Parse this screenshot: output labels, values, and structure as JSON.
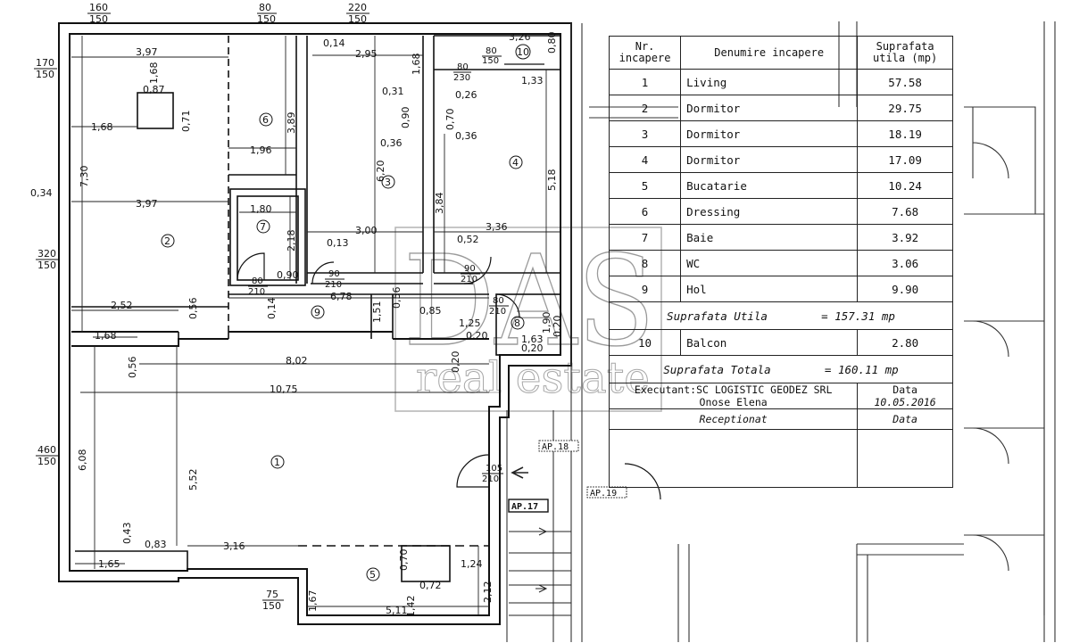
{
  "header_dims": {
    "top": [
      {
        "label": "160\n150",
        "n": "160",
        "d": "150"
      },
      {
        "label": "80\n150",
        "n": "80",
        "d": "150"
      },
      {
        "label": "220\n150",
        "n": "220",
        "d": "150"
      }
    ],
    "left": [
      {
        "n": "170",
        "d": "150"
      },
      {
        "n": "320",
        "d": "150"
      },
      {
        "n": "460",
        "d": "150"
      },
      {
        "n": "75",
        "d": "150"
      }
    ]
  },
  "dimensions": {
    "d397a": "3,97",
    "d168a": "1,68",
    "d087": "0,87",
    "d071": "0,71",
    "d168b": "1,68",
    "d730": "7,30",
    "d034": "0,34",
    "d397b": "3,97",
    "d252": "2,52",
    "d056a": "0,56",
    "d389": "3,89",
    "d196": "1,96",
    "d180": "1,80",
    "d218": "2,18",
    "d014a": "0,14",
    "d295": "2,95",
    "d168c": "1,68",
    "d031": "0,31",
    "d090": "0,90",
    "d036a": "0,36",
    "d620": "6,20",
    "d300": "3,00",
    "d013": "0,13",
    "d326": "3,26",
    "d080": "0,80",
    "d133": "1,33",
    "d026": "0,26",
    "d070": "0,70",
    "d036b": "0,36",
    "d518": "5,18",
    "d384": "3,84",
    "d336": "3,36",
    "d052": "0,52",
    "d678": "6,78",
    "d014b": "0,14",
    "d056b": "0,56",
    "d151": "1,51",
    "d085": "0,85",
    "d125": "1,25",
    "d020a": "0,20",
    "d020b": "0,20",
    "d163": "1,63",
    "d020c": "0,20",
    "d190": "1,90",
    "d020d": "0,20",
    "d168d": "1,68",
    "d056c": "0,56",
    "d802": "8,02",
    "d1075": "10,75",
    "d608": "6,08",
    "d552": "5,52",
    "d043": "0,43",
    "d083": "0,83",
    "d165": "1,65",
    "d316": "3,16",
    "d070b": "0,70",
    "d124": "1,24",
    "d072": "0,72",
    "d167": "1,67",
    "d142": "1,42",
    "d212": "2,12",
    "d511": "5,11",
    "d090b": "0,90"
  },
  "doors": [
    {
      "n": "80",
      "d": "230"
    },
    {
      "n": "80",
      "d": "150"
    },
    {
      "n": "80",
      "d": "210"
    },
    {
      "n": "90",
      "d": "210"
    },
    {
      "n": "90",
      "d": "210"
    },
    {
      "n": "80",
      "d": "210"
    },
    {
      "n": "105",
      "d": "210"
    }
  ],
  "room_numbers": [
    "1",
    "2",
    "3",
    "4",
    "5",
    "6",
    "7",
    "8",
    "9",
    "10"
  ],
  "apartment_tags": {
    "ap17": "AP.17",
    "ap18": "AP.18",
    "ap19": "AP.19"
  },
  "watermark": {
    "logo": "DAS",
    "tagline": "real estate"
  },
  "legend": {
    "headers": {
      "nr": "Nr.\nincapere",
      "nr1": "Nr.",
      "nr2": "incapere",
      "name": "Denumire incapere",
      "area1": "Suprafata",
      "area2": "utila (mp)"
    },
    "rows": [
      {
        "nr": "1",
        "name": "Living",
        "area": "57.58"
      },
      {
        "nr": "2",
        "name": "Dormitor",
        "area": "29.75"
      },
      {
        "nr": "3",
        "name": "Dormitor",
        "area": "18.19"
      },
      {
        "nr": "4",
        "name": "Dormitor",
        "area": "17.09"
      },
      {
        "nr": "5",
        "name": "Bucatarie",
        "area": "10.24"
      },
      {
        "nr": "6",
        "name": "Dressing",
        "area": "7.68"
      },
      {
        "nr": "7",
        "name": "Baie",
        "area": "3.92"
      },
      {
        "nr": "8",
        "name": "WC",
        "area": "3.06"
      },
      {
        "nr": "9",
        "name": "Hol",
        "area": "9.90"
      }
    ],
    "useful_total": {
      "label": "Suprafata Utila",
      "value": "= 157.31 mp"
    },
    "balcony": {
      "nr": "10",
      "name": "Balcon",
      "area": "2.80"
    },
    "grand_total": {
      "label": "Suprafata Totala",
      "value": "= 160.11 mp"
    },
    "executant": {
      "label": "Executant:SC LOGISTIC GEODEZ SRL",
      "person": "Onose Elena",
      "date_label": "Data",
      "date": "10.05.2016"
    },
    "received": {
      "label": "Receptionat",
      "date_label": "Data"
    }
  }
}
